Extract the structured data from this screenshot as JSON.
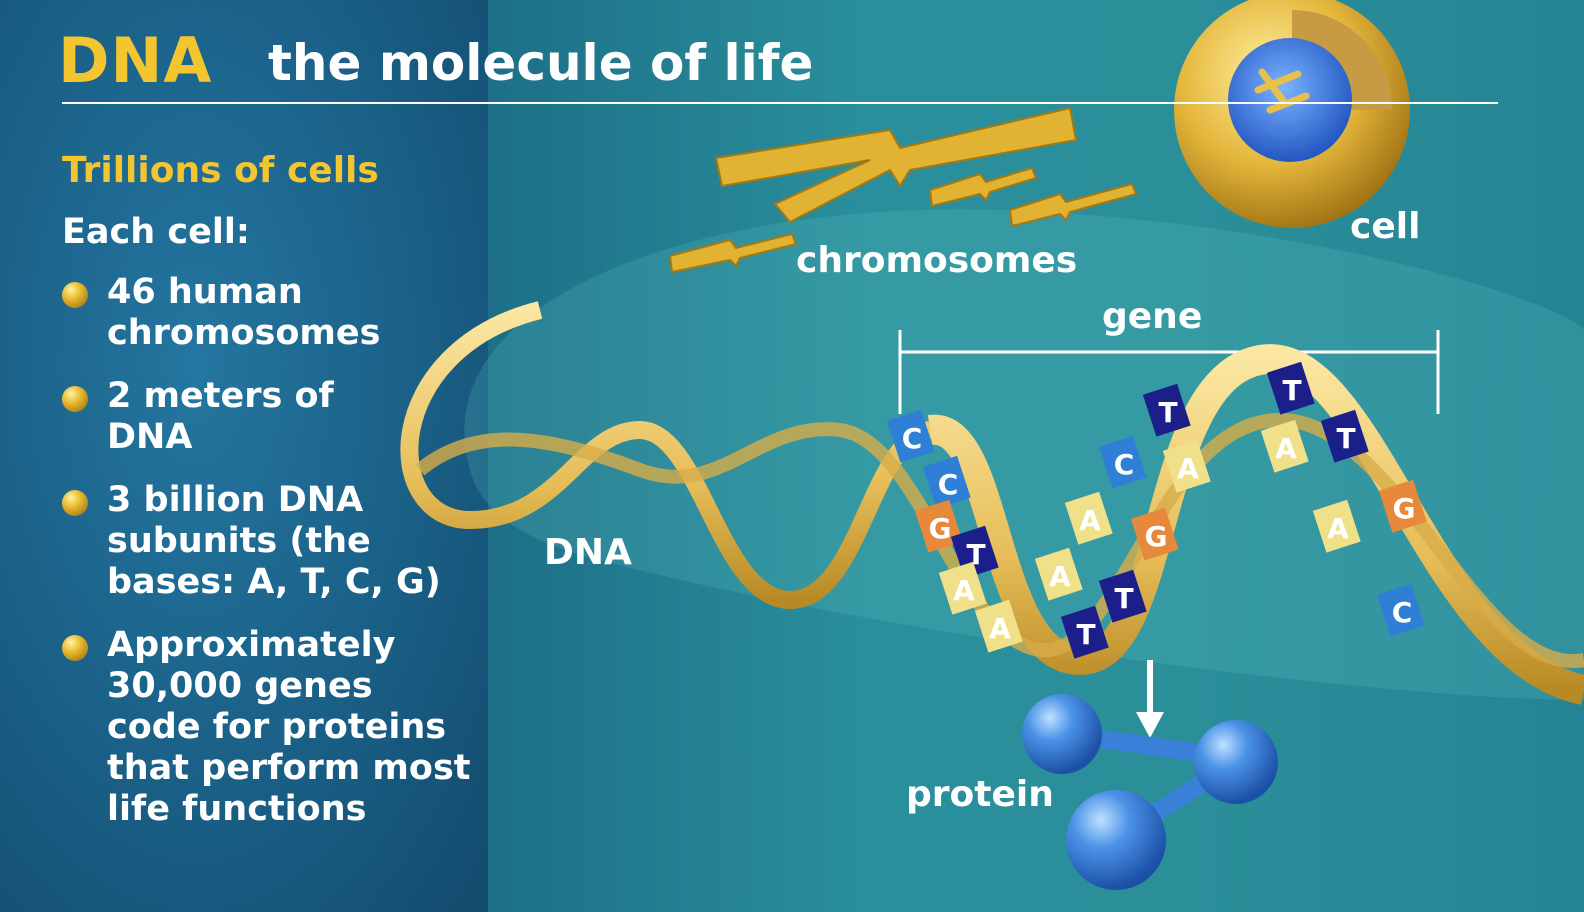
{
  "title": {
    "highlight": "DNA",
    "rest": "the molecule of life"
  },
  "summary": {
    "subhead": "Trillions of cells",
    "intro": "Each cell:",
    "facts": [
      {
        "text": "46 human\nchromosomes"
      },
      {
        "text": "2 meters of\nDNA"
      },
      {
        "text": "3 billion DNA\nsubunits (the\nbases: A, T, C, G)"
      },
      {
        "text": "Approximately\n30,000 genes\ncode for proteins\nthat perform most\nlife functions"
      }
    ]
  },
  "diagram": {
    "labels": {
      "chromosomes": "chromosomes",
      "cell": "cell",
      "gene": "gene",
      "dna": "DNA",
      "protein": "protein"
    },
    "bases": [
      "C",
      "C",
      "G",
      "T",
      "A",
      "A",
      "A",
      "A",
      "T",
      "T",
      "C",
      "G",
      "A",
      "T",
      "T",
      "A",
      "T",
      "A",
      "G",
      "C"
    ]
  },
  "colors": {
    "title_accent": "#f2c531",
    "strand": "#e9c66a",
    "base_A": "#f0e08a",
    "base_T": "#1c1f8a",
    "base_C": "#2f7fd6",
    "base_G": "#e6893a",
    "protein": "#3a7fd8"
  }
}
